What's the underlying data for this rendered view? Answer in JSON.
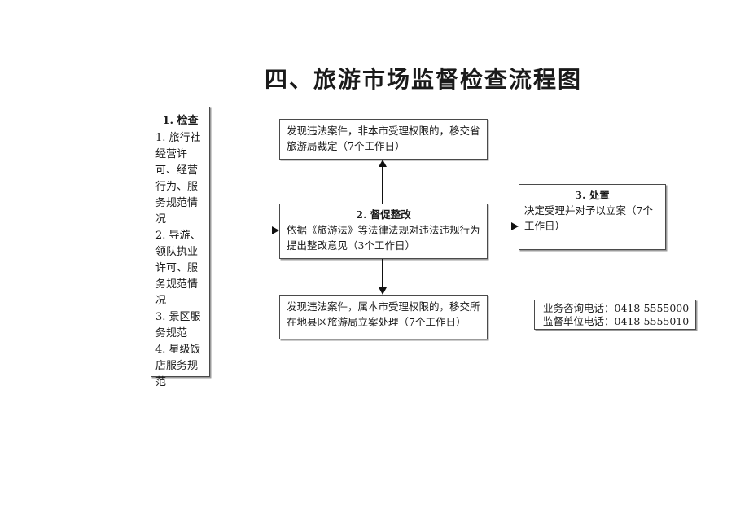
{
  "page": {
    "title": "四、旅游市场监督检查流程图",
    "background_color": "#ffffff",
    "box_border_color": "#4a4a4a",
    "text_color": "#1a1a1a"
  },
  "flowchart": {
    "inspect_box": {
      "title": "1. 检查",
      "items": [
        "1. 旅行社经营许可、经营行为、服务规范情况",
        "2. 导游、领队执业许可、服务规范情况",
        "3. 景区服务规范",
        "4. 星级饭店服务规范"
      ]
    },
    "referral_up_box": {
      "text": "发现违法案件，非本市受理权限的，移交省旅游局裁定（7个工作日）"
    },
    "supervise_box": {
      "title": "2. 督促整改",
      "text": "依据《旅游法》等法律法规对违法违规行为提出整改意见（3个工作日）"
    },
    "referral_down_box": {
      "text": "发现违法案件，属本市受理权限的，移交所在地县区旅游局立案处理（7个工作日）"
    },
    "dispose_box": {
      "title": "3. 处置",
      "text": "决定受理并对予以立案（7个工作日）"
    },
    "contact_box": {
      "lines": [
        "业务咨询电话：0418-5555000",
        "监督单位电话：0418-5555010"
      ]
    }
  }
}
